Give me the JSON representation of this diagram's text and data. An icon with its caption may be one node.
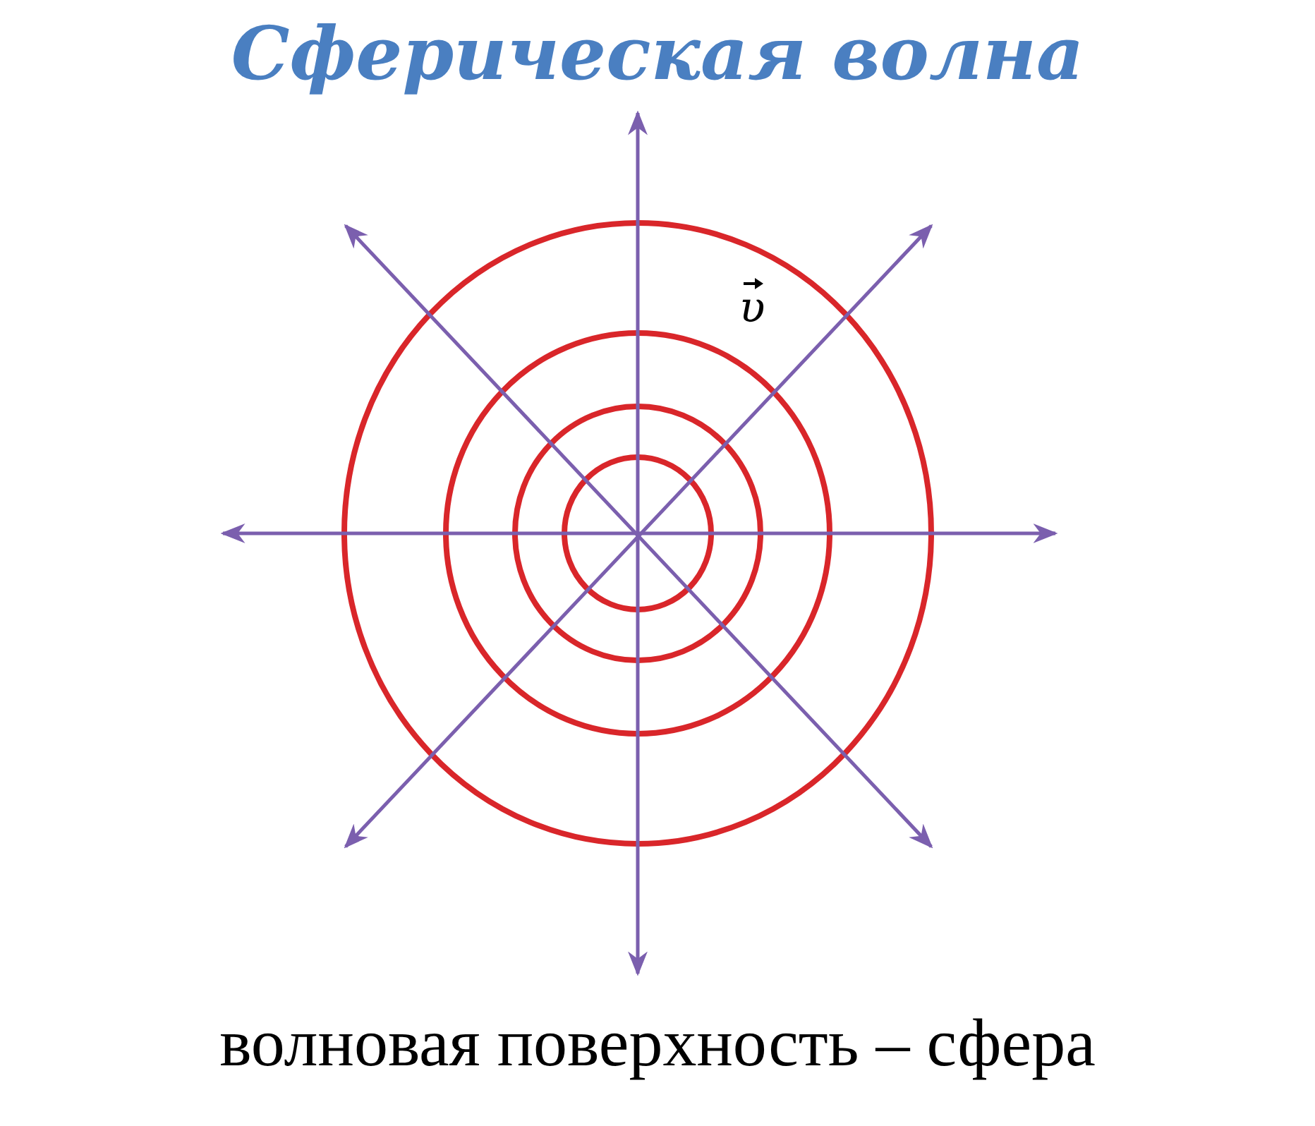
{
  "diagram": {
    "title": "Сферическая волна",
    "caption": "волновая поверхность – сфера",
    "labels": [
      "υ"
    ]
  }
}
